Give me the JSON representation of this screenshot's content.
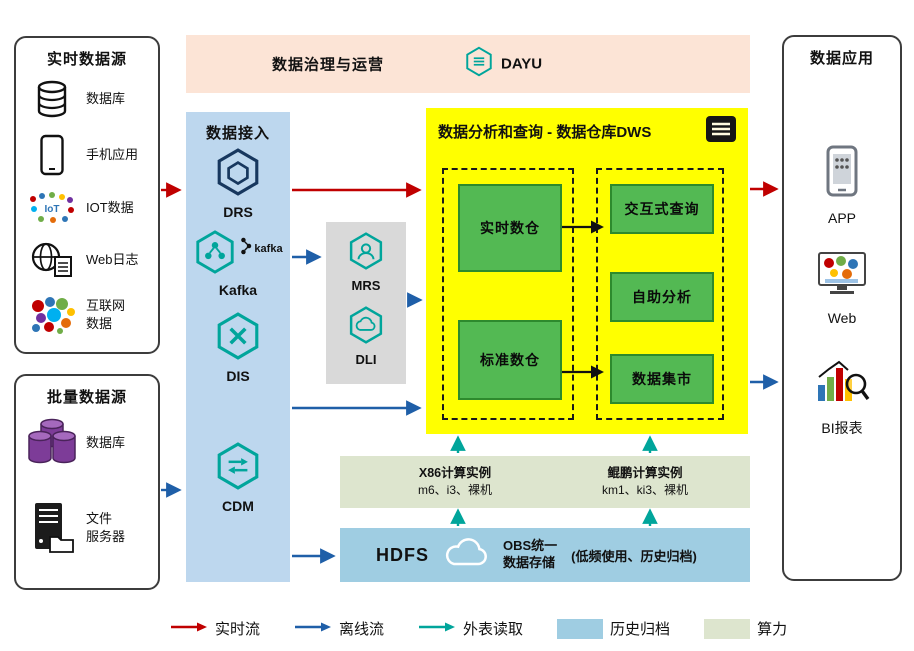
{
  "realtime_sources": {
    "title": "实时数据源",
    "items": [
      {
        "label": "数据库"
      },
      {
        "label": "手机应用"
      },
      {
        "label": "IOT数据"
      },
      {
        "label": "Web日志"
      },
      {
        "label": "互联网\n数据"
      }
    ]
  },
  "batch_sources": {
    "title": "批量数据源",
    "items": [
      {
        "label": "数据库"
      },
      {
        "label": "文件\n服务器"
      }
    ]
  },
  "governance": {
    "title": "数据治理与运营",
    "product": "DAYU"
  },
  "ingestion": {
    "title": "数据接入",
    "services": [
      "DRS",
      "Kafka",
      "DIS",
      "CDM"
    ],
    "kafka_brand": "kafka"
  },
  "processing": {
    "services": [
      "MRS",
      "DLI"
    ]
  },
  "dws": {
    "title": "数据分析和查询 - 数据仓库DWS",
    "left_modules": [
      "实时数仓",
      "标准数仓"
    ],
    "right_modules": [
      "交互式查询",
      "自助分析",
      "数据集市"
    ]
  },
  "compute": {
    "x86": {
      "title": "X86计算实例",
      "detail": "m6、i3、裸机"
    },
    "kunpeng": {
      "title": "鲲鹏计算实例",
      "detail": "km1、ki3、裸机"
    }
  },
  "storage": {
    "hdfs": "HDFS",
    "obs": "OBS统一\n数据存储",
    "note": "(低频使用、历史归档)"
  },
  "applications": {
    "title": "数据应用",
    "items": [
      "APP",
      "Web",
      "BI报表"
    ]
  },
  "legend": {
    "items": [
      {
        "label": "实时流",
        "type": "arrow",
        "color": "#c00000"
      },
      {
        "label": "离线流",
        "type": "arrow",
        "color": "#1f5fa8"
      },
      {
        "label": "外表读取",
        "type": "arrow",
        "color": "#00a59b"
      },
      {
        "label": "历史归档",
        "type": "swatch",
        "color": "#9fcde2"
      },
      {
        "label": "算力",
        "type": "swatch",
        "color": "#dde5ce"
      }
    ]
  },
  "colors": {
    "dws_bg": "#ffff00",
    "module_green": "#53b953",
    "governance_bg": "#fce4d6",
    "ingestion_bg": "#bdd7ee",
    "processing_bg": "#d9d9d9",
    "compute_bg": "#dde5ce",
    "storage_bg": "#9fcde2",
    "realtime_flow": "#c00000",
    "offline_flow": "#1f5fa8",
    "external_read": "#00a59b"
  }
}
